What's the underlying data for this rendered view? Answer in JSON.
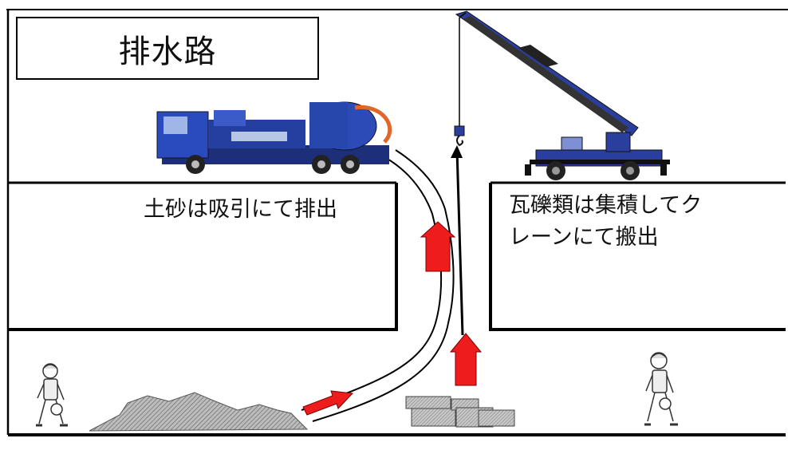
{
  "title": "排水路",
  "labels": {
    "suction": "土砂は吸引にて排出",
    "crane_line1": "瓦礫類は集積してク",
    "crane_line2": "レーンにて搬出"
  },
  "icons": {
    "truck": "vacuum-truck-icon",
    "crane": "crane-truck-icon",
    "worker": "worker-icon",
    "arrow": "red-arrow-icon"
  },
  "colors": {
    "line": "#000000",
    "arrow_fill": "#ee1c1c",
    "truck_blue": "#1f3fa8",
    "crane_blue": "#2a3e9e",
    "sediment": "#9e9e9e",
    "hose_orange": "#e0662a"
  }
}
